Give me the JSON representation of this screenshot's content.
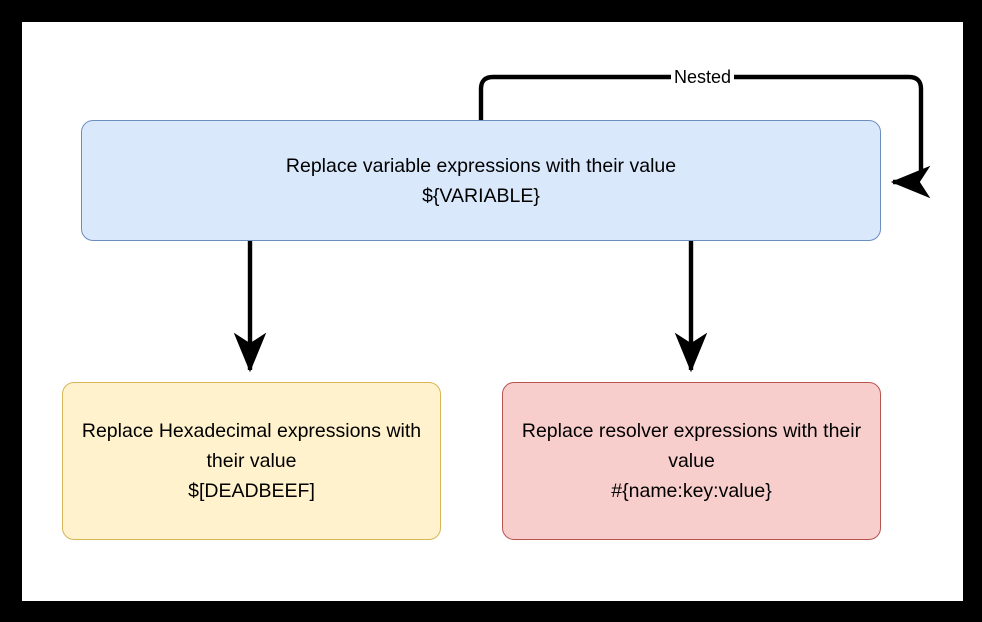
{
  "diagram": {
    "type": "flowchart",
    "background_color": "#000000",
    "page_color": "#ffffff",
    "nodes": [
      {
        "id": "variable",
        "title": "Replace variable expressions with their value",
        "expression": "${VARIABLE}",
        "text": "Replace variable expressions with their value\n${VARIABLE}",
        "fill_color": "#dae8fc",
        "stroke_color": "#6c8ebf",
        "shape": "rounded-rectangle"
      },
      {
        "id": "hexadecimal",
        "title": "Replace Hexadecimal expressions with their value",
        "expression": "$[DEADBEEF]",
        "text": "Replace Hexadecimal expressions with their value\n$[DEADBEEF]",
        "fill_color": "#fff2cc",
        "stroke_color": "#d6b656",
        "shape": "rounded-rectangle"
      },
      {
        "id": "resolver",
        "title": "Replace resolver expressions with their value",
        "expression": "#{name:key:value}",
        "text": "Replace resolver expressions with their value\n#{name:key:value}",
        "fill_color": "#f8cecc",
        "stroke_color": "#b85450",
        "shape": "rounded-rectangle"
      }
    ],
    "edges": [
      {
        "id": "nested-loop",
        "label": "Nested",
        "from": "variable",
        "to": "variable",
        "stroke_color": "#000000"
      },
      {
        "id": "variable-to-hexadecimal",
        "label": "",
        "from": "variable",
        "to": "hexadecimal",
        "stroke_color": "#000000"
      },
      {
        "id": "variable-to-resolver",
        "label": "",
        "from": "variable",
        "to": "resolver",
        "stroke_color": "#000000"
      }
    ]
  }
}
